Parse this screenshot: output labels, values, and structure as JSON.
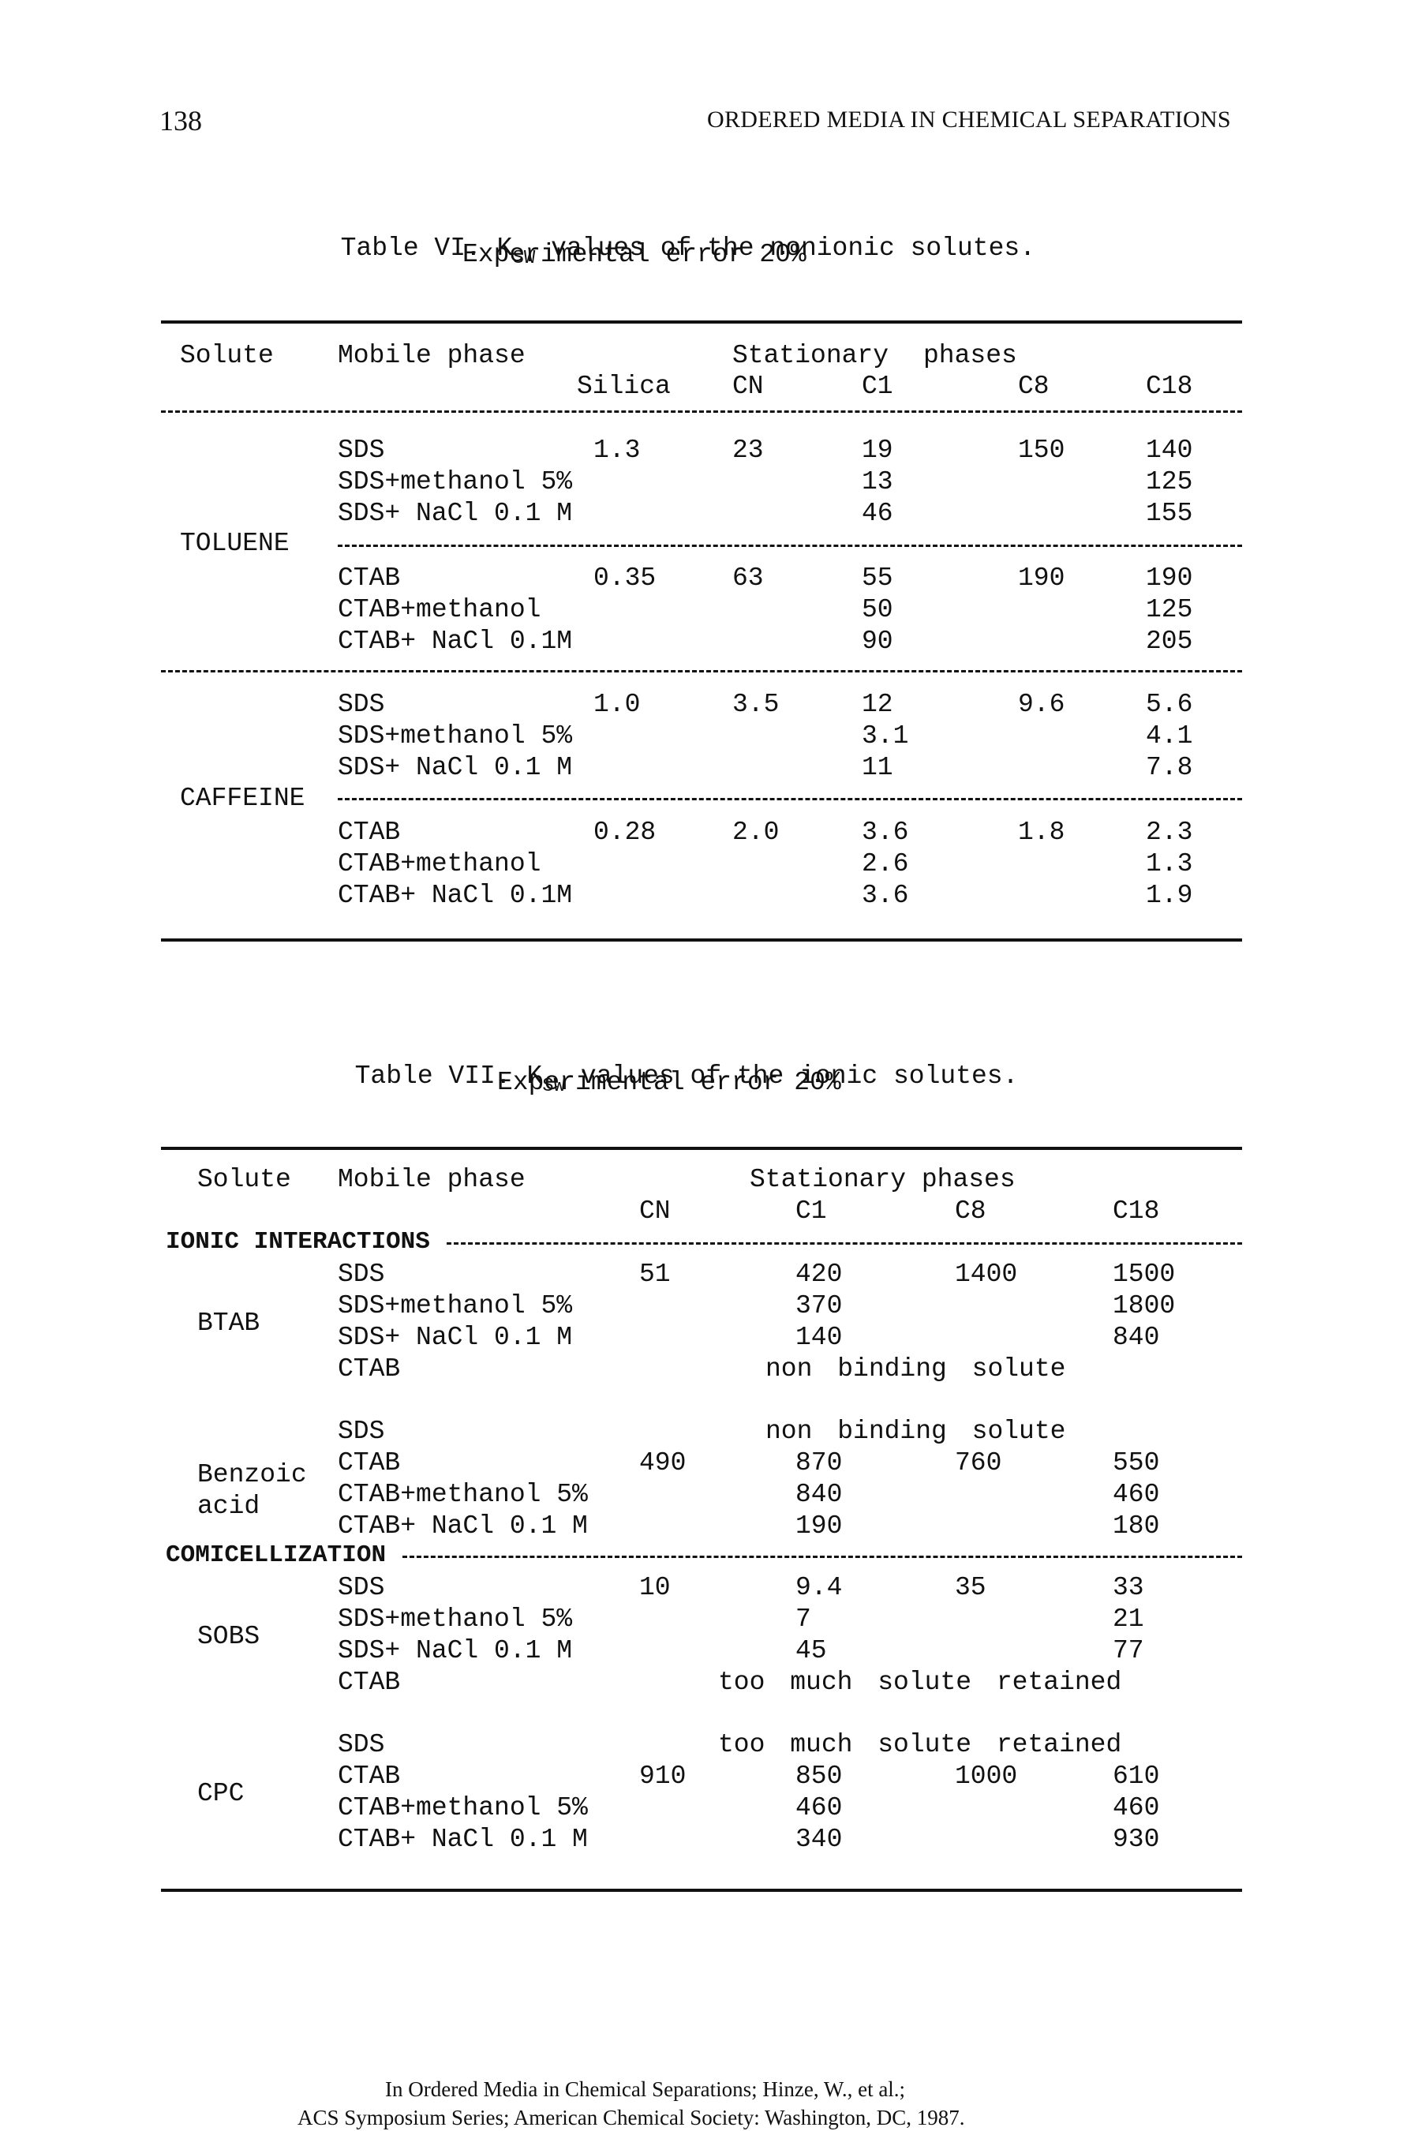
{
  "header": {
    "page_number": "138",
    "running_title": "ORDERED MEDIA IN CHEMICAL SEPARATIONS"
  },
  "table6": {
    "caption_label": "Table VI.",
    "caption_K": "K",
    "caption_sub": "SW",
    "caption_rest": "values of the nonionic solutes.",
    "caption_line2": "Experimental error 20%",
    "head": {
      "solute": "Solute",
      "mobile": "Mobile phase",
      "stationary": "Stationary",
      "phases": "phases",
      "silica": "Silica",
      "cn": "CN",
      "c1": "C1",
      "c8": "C8",
      "c18": "C18"
    },
    "groups": [
      {
        "solute": "TOLUENE",
        "blocks": [
          [
            {
              "mobile": "SDS",
              "silica": "1.3",
              "cn": "23",
              "c1": "19",
              "c8": "150",
              "c18": "140"
            },
            {
              "mobile": "SDS+methanol 5%",
              "silica": "",
              "cn": "",
              "c1": "13",
              "c8": "",
              "c18": "125"
            },
            {
              "mobile": "SDS+ NaCl 0.1 M",
              "silica": "",
              "cn": "",
              "c1": "46",
              "c8": "",
              "c18": "155"
            }
          ],
          [
            {
              "mobile": "CTAB",
              "silica": "0.35",
              "cn": "63",
              "c1": "55",
              "c8": "190",
              "c18": "190"
            },
            {
              "mobile": "CTAB+methanol",
              "silica": "",
              "cn": "",
              "c1": "50",
              "c8": "",
              "c18": "125"
            },
            {
              "mobile": "CTAB+ NaCl 0.1M",
              "silica": "",
              "cn": "",
              "c1": "90",
              "c8": "",
              "c18": "205"
            }
          ]
        ]
      },
      {
        "solute": "CAFFEINE",
        "blocks": [
          [
            {
              "mobile": "SDS",
              "silica": "1.0",
              "cn": "3.5",
              "c1": "12",
              "c8": "9.6",
              "c18": "5.6"
            },
            {
              "mobile": "SDS+methanol 5%",
              "silica": "",
              "cn": "",
              "c1": "3.1",
              "c8": "",
              "c18": "4.1"
            },
            {
              "mobile": "SDS+ NaCl 0.1 M",
              "silica": "",
              "cn": "",
              "c1": "11",
              "c8": "",
              "c18": "7.8"
            }
          ],
          [
            {
              "mobile": "CTAB",
              "silica": "0.28",
              "cn": "2.0",
              "c1": "3.6",
              "c8": "1.8",
              "c18": "2.3"
            },
            {
              "mobile": "CTAB+methanol",
              "silica": "",
              "cn": "",
              "c1": "2.6",
              "c8": "",
              "c18": "1.3"
            },
            {
              "mobile": "CTAB+ NaCl 0.1M",
              "silica": "",
              "cn": "",
              "c1": "3.6",
              "c8": "",
              "c18": "1.9"
            }
          ]
        ]
      }
    ]
  },
  "table7": {
    "caption_label": "Table VII.",
    "caption_K": "K",
    "caption_sub": "SW",
    "caption_rest": "values of the ionic solutes.",
    "caption_line2": "Experimental error 20%",
    "head": {
      "solute": "Solute",
      "mobile": "Mobile phase",
      "stationary": "Stationary phases",
      "cn": "CN",
      "c1": "C1",
      "c8": "C8",
      "c18": "C18"
    },
    "sections": [
      {
        "title": "IONIC INTERACTIONS",
        "groups": [
          {
            "solute": [
              "BTAB"
            ],
            "rows": [
              {
                "mobile": "SDS",
                "cn": "51",
                "c1": "420",
                "c8": "1400",
                "c18": "1500"
              },
              {
                "mobile": "SDS+methanol 5%",
                "cn": "",
                "c1": "370",
                "c8": "",
                "c18": "1800"
              },
              {
                "mobile": "SDS+ NaCl 0.1 M",
                "cn": "",
                "c1": "140",
                "c8": "",
                "c18": "840"
              },
              {
                "mobile": "CTAB",
                "note": "non binding solute"
              }
            ]
          },
          {
            "solute": [
              "Benzoic",
              "acid"
            ],
            "rows": [
              {
                "mobile": "SDS",
                "note": "non binding solute"
              },
              {
                "mobile": "CTAB",
                "cn": "490",
                "c1": "870",
                "c8": "760",
                "c18": "550"
              },
              {
                "mobile": "CTAB+methanol 5%",
                "cn": "",
                "c1": "840",
                "c8": "",
                "c18": "460"
              },
              {
                "mobile": "CTAB+ NaCl 0.1 M",
                "cn": "",
                "c1": "190",
                "c8": "",
                "c18": "180"
              }
            ]
          }
        ]
      },
      {
        "title": "COMICELLIZATION",
        "groups": [
          {
            "solute": [
              "SOBS"
            ],
            "rows": [
              {
                "mobile": "SDS",
                "cn": "10",
                "c1": "9.4",
                "c8": "35",
                "c18": "33"
              },
              {
                "mobile": "SDS+methanol 5%",
                "cn": "",
                "c1": "7",
                "c8": "",
                "c18": "21"
              },
              {
                "mobile": "SDS+ NaCl 0.1 M",
                "cn": "",
                "c1": "45",
                "c8": "",
                "c18": "77"
              },
              {
                "mobile": "CTAB",
                "note": "too much solute retained"
              }
            ]
          },
          {
            "solute": [
              "CPC"
            ],
            "rows": [
              {
                "mobile": "SDS",
                "note": "too much solute retained"
              },
              {
                "mobile": "CTAB",
                "cn": "910",
                "c1": "850",
                "c8": "1000",
                "c18": "610"
              },
              {
                "mobile": "CTAB+methanol 5%",
                "cn": "",
                "c1": "460",
                "c8": "",
                "c18": "460"
              },
              {
                "mobile": "CTAB+ NaCl 0.1 M",
                "cn": "",
                "c1": "340",
                "c8": "",
                "c18": "930"
              }
            ]
          }
        ]
      }
    ]
  },
  "footer": {
    "line1": "In Ordered Media in Chemical Separations; Hinze, W., et al.;",
    "line2": "ACS Symposium Series; American Chemical Society: Washington, DC, 1987."
  }
}
